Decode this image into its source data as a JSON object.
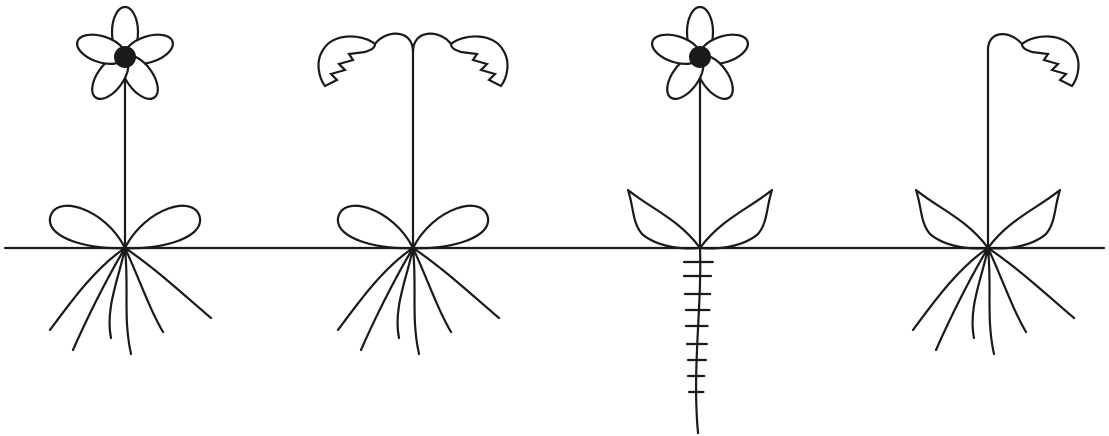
{
  "diagram": {
    "plants": [
      {
        "flower": "open",
        "flower_count": 1,
        "leaves": "rounded",
        "root": "fibrous"
      },
      {
        "flower": "bell-drooping",
        "flower_count": 2,
        "leaves": "rounded",
        "root": "fibrous"
      },
      {
        "flower": "open",
        "flower_count": 1,
        "leaves": "pointed",
        "root": "taproot"
      },
      {
        "flower": "bell-drooping",
        "flower_count": 1,
        "leaves": "pointed",
        "root": "fibrous"
      }
    ],
    "colors": {
      "line": "#1a1a1a",
      "background": "#ffffff"
    }
  }
}
